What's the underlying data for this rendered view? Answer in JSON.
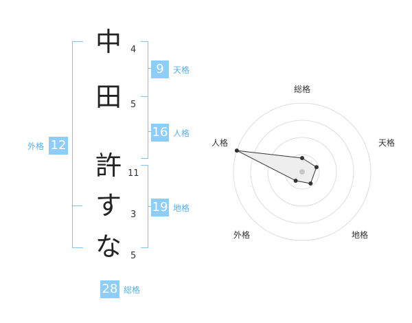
{
  "name": {
    "characters": [
      "中",
      "田",
      "許",
      "す",
      "な"
    ],
    "strokes": [
      "4",
      "5",
      "11",
      "3",
      "5"
    ]
  },
  "kakusu": {
    "tenkaku": {
      "value": "9",
      "label": "天格"
    },
    "jinkaku": {
      "value": "16",
      "label": "人格"
    },
    "chikaku": {
      "value": "19",
      "label": "地格"
    },
    "gaikaku": {
      "value": "12",
      "label": "外格"
    },
    "soukaku": {
      "value": "28",
      "label": "総格"
    }
  },
  "radar": {
    "axes": [
      "総格",
      "天格",
      "地格",
      "外格",
      "人格"
    ],
    "values": [
      0.2,
      0.22,
      0.21,
      0.16,
      1.0
    ],
    "rings": 4,
    "colors": {
      "ring": "#dddddd",
      "fill": "#eeeeee",
      "line": "#333333",
      "point": "#333333",
      "center": "#c8c8c8"
    }
  }
}
